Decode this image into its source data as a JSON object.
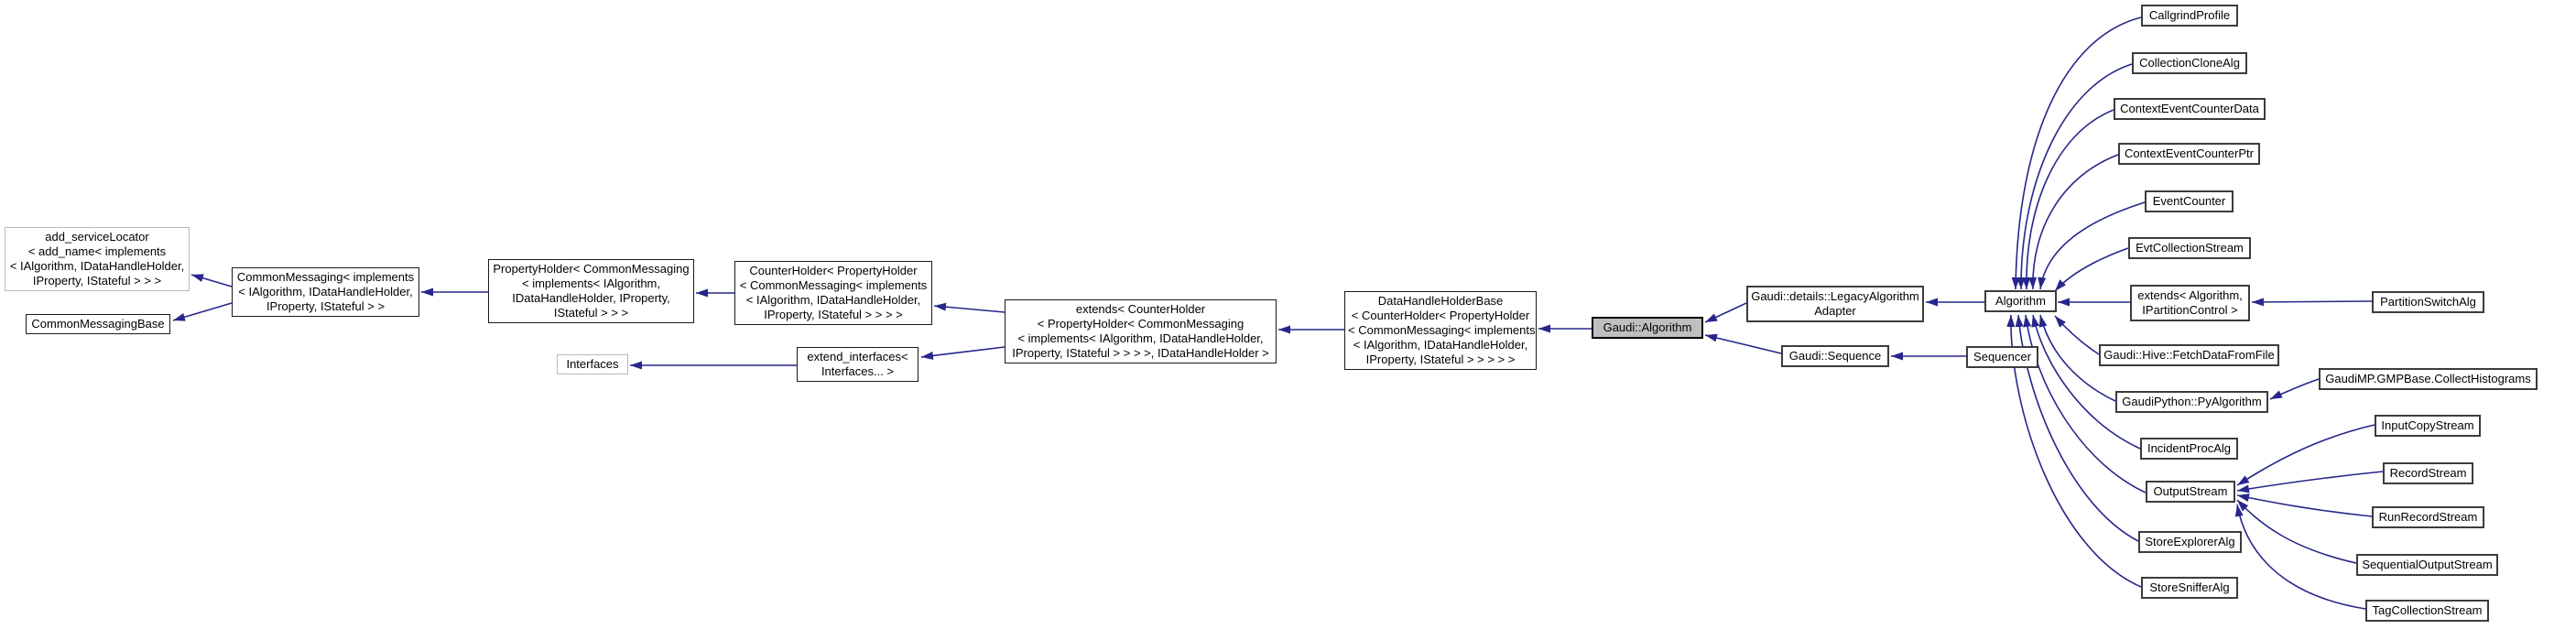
{
  "diagram": {
    "kind": "class-inheritance-graph",
    "selected_node": "Gaudi::Algorithm",
    "colors": {
      "background": "#ffffff",
      "edge": "#26268b",
      "node_border": "#1a1a1a",
      "grey_node_border": "#b9b9b9",
      "selected_node_fill": "#bfbfbf",
      "text": "#000000"
    },
    "nodes": [
      {
        "id": "add-servicelocator",
        "variant": "grey",
        "lines": [
          "add_serviceLocator",
          "< add_name< implements",
          "< IAlgorithm, IDataHandleHolder,",
          "IProperty, IStateful > > >"
        ]
      },
      {
        "id": "common-messaging-base",
        "variant": "default",
        "lines": [
          "CommonMessagingBase"
        ]
      },
      {
        "id": "common-messaging",
        "variant": "default",
        "lines": [
          "CommonMessaging< implements",
          "< IAlgorithm, IDataHandleHolder,",
          "IProperty, IStateful > >"
        ]
      },
      {
        "id": "property-holder",
        "variant": "default",
        "lines": [
          "PropertyHolder< CommonMessaging",
          "< implements< IAlgorithm,",
          "IDataHandleHolder, IProperty,",
          "IStateful > > >"
        ]
      },
      {
        "id": "counter-holder",
        "variant": "default",
        "lines": [
          "CounterHolder< PropertyHolder",
          "< CommonMessaging< implements",
          "< IAlgorithm, IDataHandleHolder,",
          "IProperty, IStateful > > > >"
        ]
      },
      {
        "id": "interfaces",
        "variant": "grey",
        "lines": [
          "Interfaces"
        ]
      },
      {
        "id": "extend-interfaces",
        "variant": "default",
        "lines": [
          "extend_interfaces<",
          "Interfaces... >"
        ]
      },
      {
        "id": "extends-counter-holder",
        "variant": "default",
        "lines": [
          "extends< CounterHolder",
          "< PropertyHolder< CommonMessaging",
          "< implements< IAlgorithm, IDataHandleHolder,",
          "IProperty, IStateful > > > >, IDataHandleHolder >"
        ]
      },
      {
        "id": "data-handle-holder-base",
        "variant": "default",
        "lines": [
          "DataHandleHolderBase",
          "< CounterHolder< PropertyHolder",
          "< CommonMessaging< implements",
          "< IAlgorithm, IDataHandleHolder,",
          "IProperty, IStateful > > > > >"
        ]
      },
      {
        "id": "gaudi-algorithm",
        "variant": "selected",
        "lines": [
          "Gaudi::Algorithm"
        ]
      },
      {
        "id": "legacy-algorithm-adapter",
        "variant": "thick",
        "lines": [
          "Gaudi::details::LegacyAlgorithm",
          "Adapter"
        ]
      },
      {
        "id": "gaudi-sequence",
        "variant": "thick",
        "lines": [
          "Gaudi::Sequence"
        ]
      },
      {
        "id": "algorithm",
        "variant": "thick",
        "lines": [
          "Algorithm"
        ]
      },
      {
        "id": "sequencer",
        "variant": "thick",
        "lines": [
          "Sequencer"
        ]
      },
      {
        "id": "callgrind-profile",
        "variant": "thick",
        "lines": [
          "CallgrindProfile"
        ]
      },
      {
        "id": "collection-clone-alg",
        "variant": "thick",
        "lines": [
          "CollectionCloneAlg"
        ]
      },
      {
        "id": "context-event-counter-data",
        "variant": "thick",
        "lines": [
          "ContextEventCounterData"
        ]
      },
      {
        "id": "context-event-counter-ptr",
        "variant": "thick",
        "lines": [
          "ContextEventCounterPtr"
        ]
      },
      {
        "id": "event-counter",
        "variant": "thick",
        "lines": [
          "EventCounter"
        ]
      },
      {
        "id": "evt-collection-stream",
        "variant": "thick",
        "lines": [
          "EvtCollectionStream"
        ]
      },
      {
        "id": "extends-algorithm-ipartitioncontrol",
        "variant": "thick",
        "lines": [
          "extends< Algorithm,",
          "IPartitionControl >"
        ]
      },
      {
        "id": "fetch-data-from-file",
        "variant": "thick",
        "lines": [
          "Gaudi::Hive::FetchDataFromFile"
        ]
      },
      {
        "id": "py-algorithm",
        "variant": "thick",
        "lines": [
          "GaudiPython::PyAlgorithm"
        ]
      },
      {
        "id": "incident-proc-alg",
        "variant": "thick",
        "lines": [
          "IncidentProcAlg"
        ]
      },
      {
        "id": "output-stream",
        "variant": "thick",
        "lines": [
          "OutputStream"
        ]
      },
      {
        "id": "store-explorer-alg",
        "variant": "thick",
        "lines": [
          "StoreExplorerAlg"
        ]
      },
      {
        "id": "store-sniffer-alg",
        "variant": "thick",
        "lines": [
          "StoreSnifferAlg"
        ]
      },
      {
        "id": "partition-switch-alg",
        "variant": "thick",
        "lines": [
          "PartitionSwitchAlg"
        ]
      },
      {
        "id": "collect-histograms",
        "variant": "thick",
        "lines": [
          "GaudiMP.GMPBase.CollectHistograms"
        ]
      },
      {
        "id": "input-copy-stream",
        "variant": "thick",
        "lines": [
          "InputCopyStream"
        ]
      },
      {
        "id": "record-stream",
        "variant": "thick",
        "lines": [
          "RecordStream"
        ]
      },
      {
        "id": "run-record-stream",
        "variant": "thick",
        "lines": [
          "RunRecordStream"
        ]
      },
      {
        "id": "sequential-output-stream",
        "variant": "thick",
        "lines": [
          "SequentialOutputStream"
        ]
      },
      {
        "id": "tag-collection-stream",
        "variant": "thick",
        "lines": [
          "TagCollectionStream"
        ]
      }
    ],
    "edges": [
      {
        "from": "common-messaging",
        "to": "add-servicelocator"
      },
      {
        "from": "common-messaging",
        "to": "common-messaging-base"
      },
      {
        "from": "property-holder",
        "to": "common-messaging"
      },
      {
        "from": "counter-holder",
        "to": "property-holder"
      },
      {
        "from": "extends-counter-holder",
        "to": "counter-holder"
      },
      {
        "from": "extends-counter-holder",
        "to": "extend-interfaces"
      },
      {
        "from": "extend-interfaces",
        "to": "interfaces"
      },
      {
        "from": "data-handle-holder-base",
        "to": "extends-counter-holder"
      },
      {
        "from": "gaudi-algorithm",
        "to": "data-handle-holder-base"
      },
      {
        "from": "legacy-algorithm-adapter",
        "to": "gaudi-algorithm"
      },
      {
        "from": "gaudi-sequence",
        "to": "gaudi-algorithm"
      },
      {
        "from": "algorithm",
        "to": "legacy-algorithm-adapter"
      },
      {
        "from": "sequencer",
        "to": "gaudi-sequence"
      },
      {
        "from": "callgrind-profile",
        "to": "algorithm"
      },
      {
        "from": "collection-clone-alg",
        "to": "algorithm"
      },
      {
        "from": "context-event-counter-data",
        "to": "algorithm"
      },
      {
        "from": "context-event-counter-ptr",
        "to": "algorithm"
      },
      {
        "from": "event-counter",
        "to": "algorithm"
      },
      {
        "from": "evt-collection-stream",
        "to": "algorithm"
      },
      {
        "from": "extends-algorithm-ipartitioncontrol",
        "to": "algorithm"
      },
      {
        "from": "fetch-data-from-file",
        "to": "algorithm"
      },
      {
        "from": "py-algorithm",
        "to": "algorithm"
      },
      {
        "from": "incident-proc-alg",
        "to": "algorithm"
      },
      {
        "from": "output-stream",
        "to": "algorithm"
      },
      {
        "from": "store-explorer-alg",
        "to": "algorithm"
      },
      {
        "from": "store-sniffer-alg",
        "to": "algorithm"
      },
      {
        "from": "partition-switch-alg",
        "to": "extends-algorithm-ipartitioncontrol"
      },
      {
        "from": "collect-histograms",
        "to": "py-algorithm"
      },
      {
        "from": "input-copy-stream",
        "to": "output-stream"
      },
      {
        "from": "record-stream",
        "to": "output-stream"
      },
      {
        "from": "run-record-stream",
        "to": "output-stream"
      },
      {
        "from": "sequential-output-stream",
        "to": "output-stream"
      },
      {
        "from": "tag-collection-stream",
        "to": "output-stream"
      }
    ]
  }
}
